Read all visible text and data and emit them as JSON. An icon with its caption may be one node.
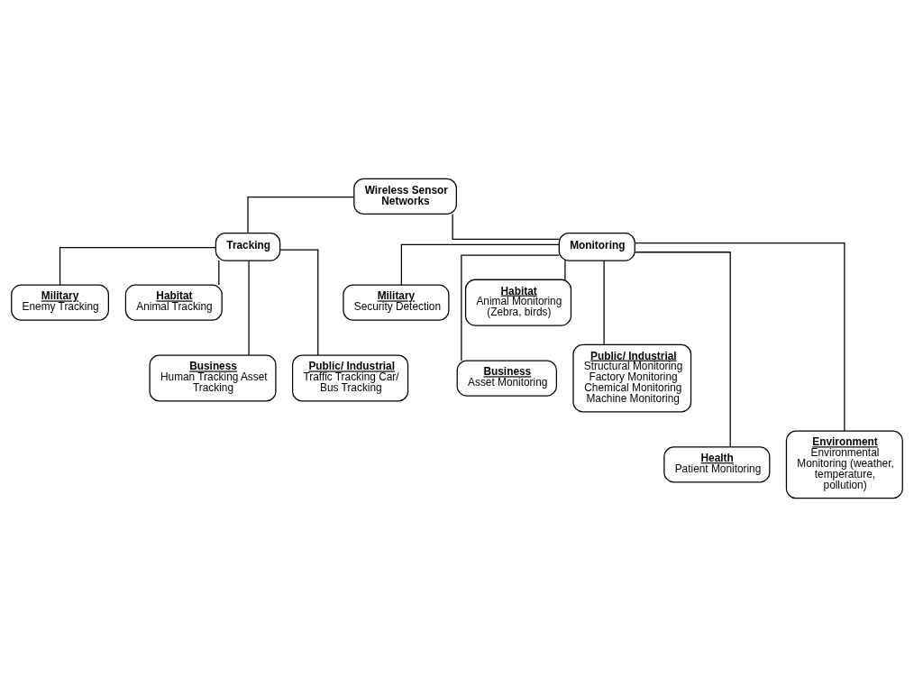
{
  "diagram": {
    "nodes": [
      {
        "text": [
          "Wireless Sensor Networks"
        ]
      },
      {
        "text": [
          "Tracking"
        ]
      },
      {
        "text": [
          "Monitoring"
        ]
      },
      {
        "text": [
          "Military",
          "Enemy Tracking"
        ]
      },
      {
        "text": [
          "Habitat",
          "Animal Tracking"
        ]
      },
      {
        "text": [
          "Business",
          "Human Tracking Asset Tracking"
        ]
      },
      {
        "text": [
          "Public/ Industrial",
          "Traffic Tracking Car/ Bus Tracking"
        ]
      },
      {
        "text": [
          "Military",
          "Security Detection"
        ]
      },
      {
        "text": [
          "Habitat",
          "Animal Monitoring (Zebra, birds)"
        ]
      },
      {
        "text": [
          "Business",
          "Asset Monitoring"
        ]
      },
      {
        "text": [
          "Public/ Industrial",
          "Structural Monitoring Factory Monitoring Chemical Monitoring Machine Monitoring"
        ]
      },
      {
        "text": [
          "Health",
          "Patient Monitoring"
        ]
      },
      {
        "text": [
          "Environment",
          "Environmental Monitoring (weather, temperature, pollution)"
        ]
      }
    ],
    "edges": [
      {
        "from": 0,
        "to": 1,
        "arrow": "none"
      },
      {
        "from": 0,
        "to": 2,
        "arrow": "none"
      },
      {
        "from": 1,
        "to": 3,
        "arrow": "none"
      },
      {
        "from": 1,
        "to": 4,
        "arrow": "none"
      },
      {
        "from": 1,
        "to": 5,
        "arrow": "none"
      },
      {
        "from": 1,
        "to": 6,
        "arrow": "none"
      },
      {
        "from": 2,
        "to": 7,
        "arrow": "none"
      },
      {
        "from": 2,
        "to": 8,
        "arrow": "none"
      },
      {
        "from": 2,
        "to": 9,
        "arrow": "none"
      },
      {
        "from": 2,
        "to": 10,
        "arrow": "none"
      },
      {
        "from": 2,
        "to": 11,
        "arrow": "none"
      },
      {
        "from": 2,
        "to": 12,
        "arrow": "none"
      }
    ]
  }
}
